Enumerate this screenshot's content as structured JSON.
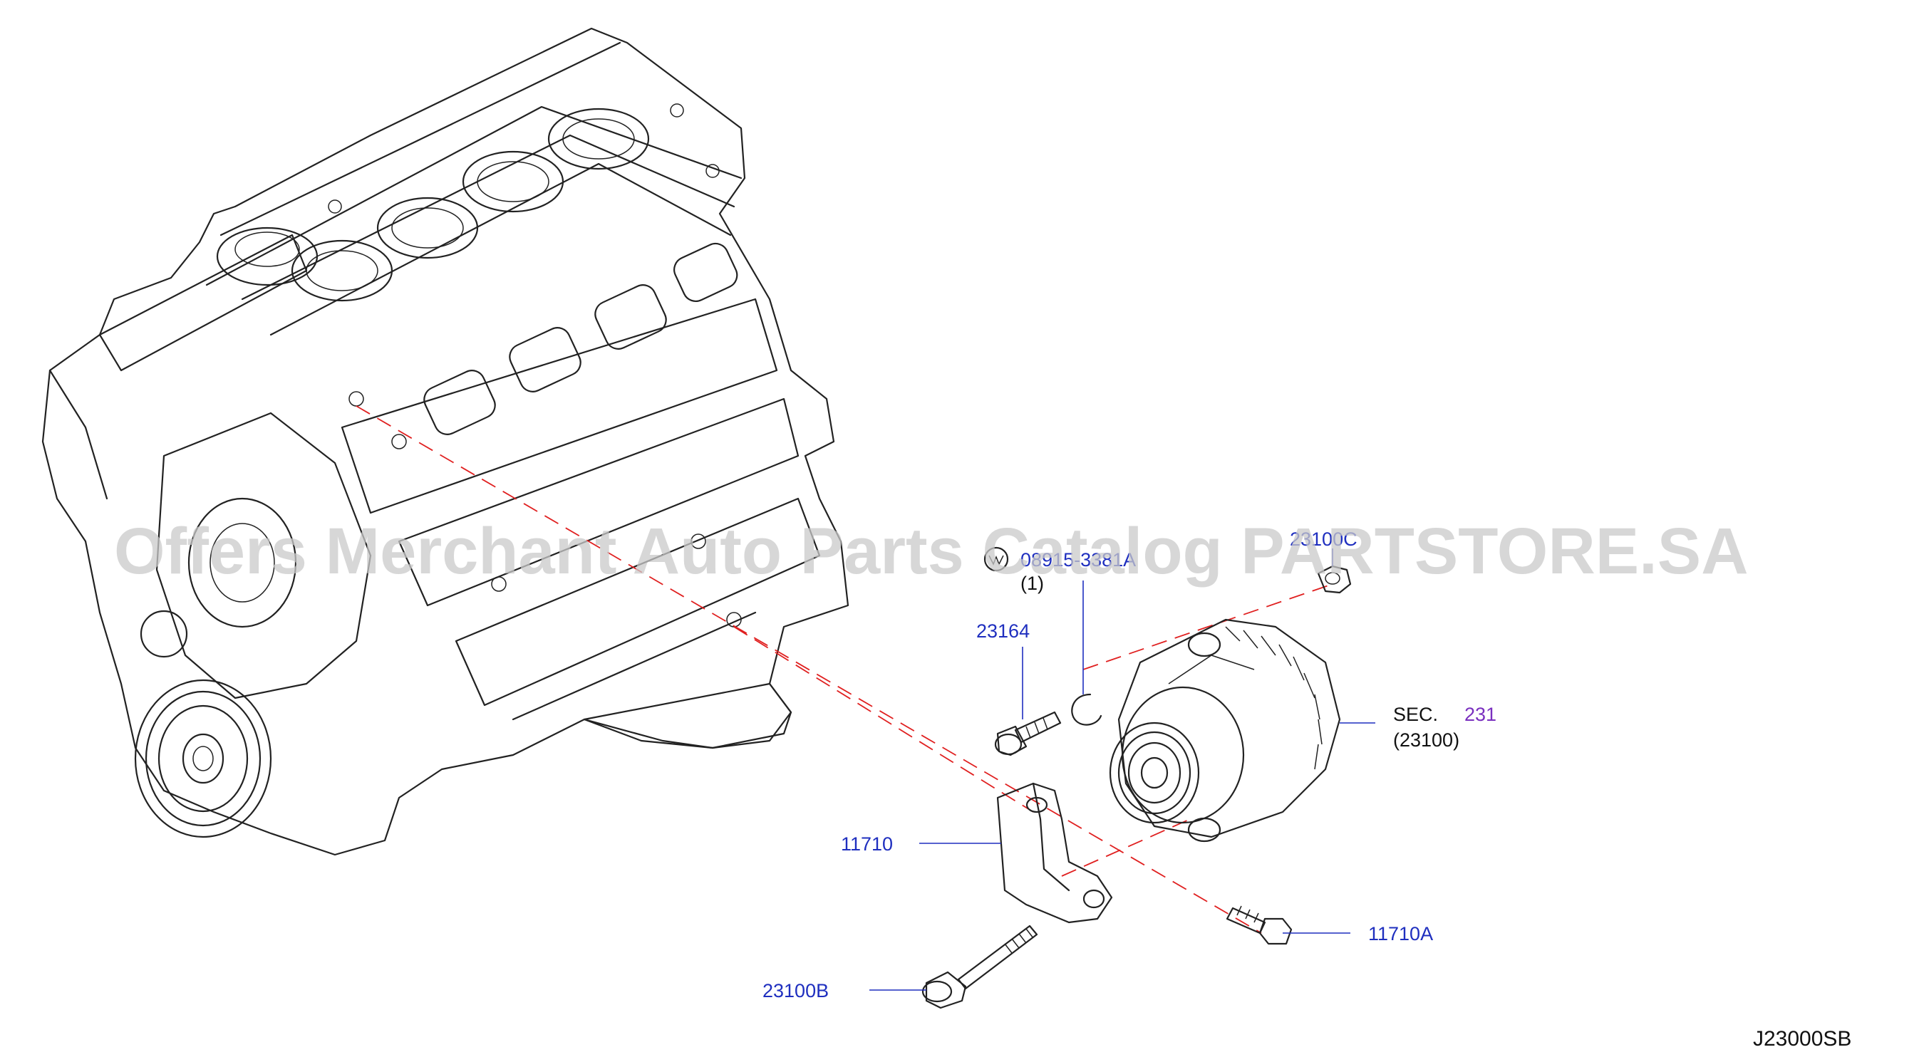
{
  "watermark": "Offers Merchant Auto Parts Catalog PARTSTORE.SA",
  "diagram_code": "J23000SB",
  "callouts": {
    "washer_code": "08915-3381A",
    "washer_qty": "(1)",
    "nut_top": "23100C",
    "bolt_small": "23164",
    "bracket": "11710",
    "bolt_bracket": "11710A",
    "bolt_long": "23100B",
    "sec_prefix": "SEC.",
    "sec_number": "231",
    "sec_ref": "(23100)"
  },
  "colors": {
    "label_blue": "#1f2fbf",
    "section_purple": "#7a2fbf",
    "guide_red": "#e02020"
  }
}
